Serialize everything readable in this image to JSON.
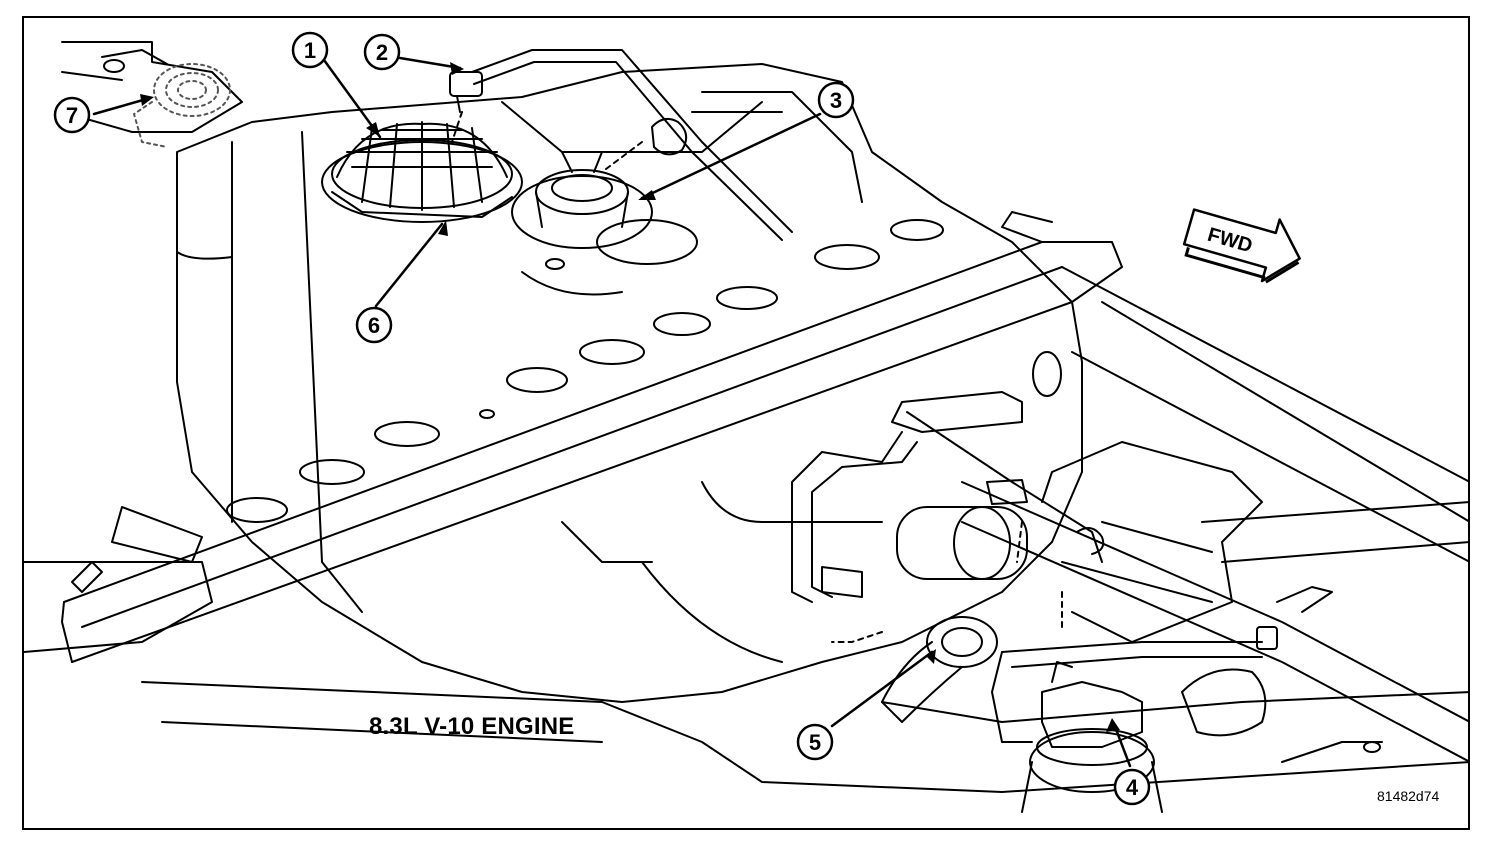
{
  "diagram": {
    "engine_label": "8.3L V-10 ENGINE",
    "figure_id": "81482d74",
    "direction_label": "FWD",
    "callouts": [
      "1",
      "2",
      "3",
      "4",
      "5",
      "6",
      "7"
    ],
    "colors": {
      "ink": "#000000",
      "paper": "#ffffff",
      "dotted_outline": "#555555"
    }
  }
}
